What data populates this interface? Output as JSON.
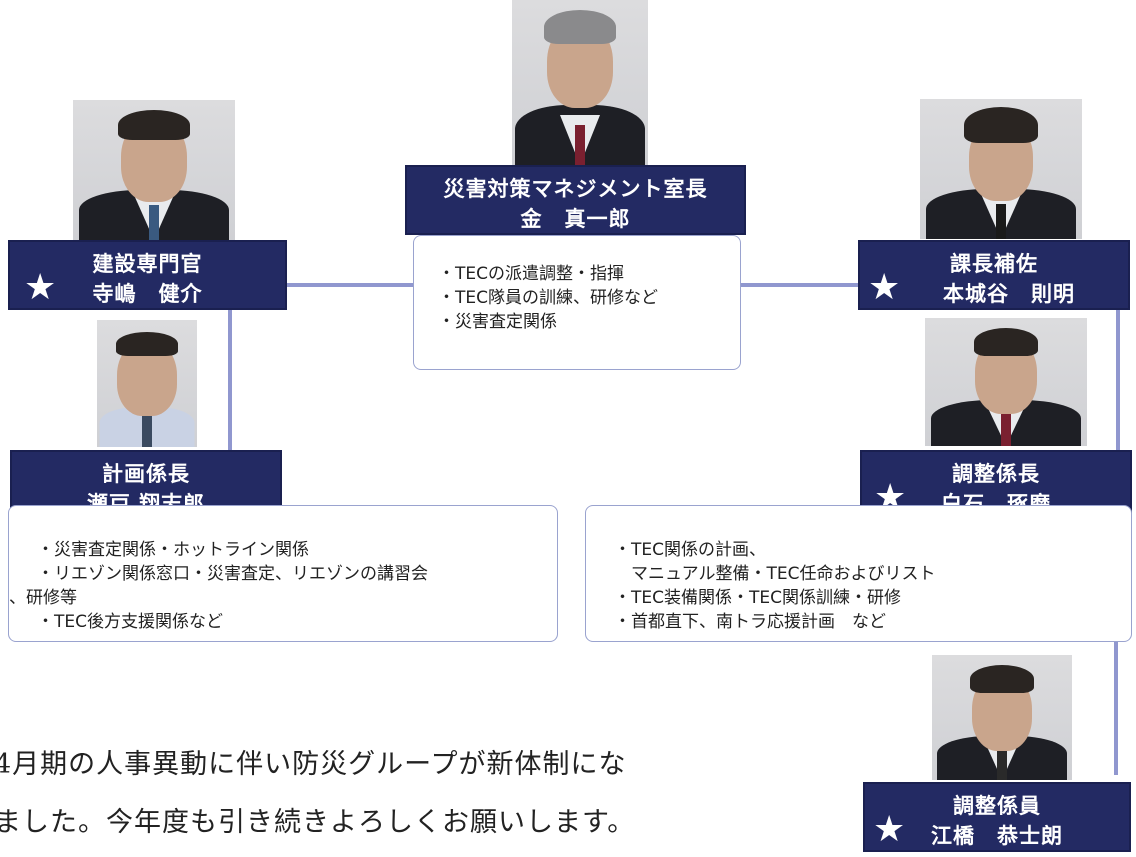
{
  "chief": {
    "title": "災害対策マネジメント室長",
    "name": "金　真一郎",
    "duties": [
      "・TECの派遣調整・指揮",
      "・TEC隊員の訓練、研修など",
      "・災害査定関係"
    ]
  },
  "left_top": {
    "title": "建設専門官",
    "name": "寺嶋　健介",
    "star": "★"
  },
  "left_bottom": {
    "title": "計画係長",
    "name": "瀬戸 翔志郎",
    "duties": [
      "・災害査定関係・ホットライン関係",
      "・リエゾン関係窓口・災害査定、リエゾンの講習会",
      "、研修等",
      "・TEC後方支援関係など"
    ]
  },
  "right_top": {
    "title": "課長補佐",
    "name": "本城谷　則明",
    "star": "★"
  },
  "right_mid": {
    "title": "調整係長",
    "name": "白石　琢磨",
    "star": "★",
    "duties": [
      "・TEC関係の計画、",
      "　マニュアル整備・TEC任命およびリスト",
      "・TEC装備関係・TEC関係訓練・研修",
      "・首都直下、南トラ応援計画　など"
    ]
  },
  "right_bottom": {
    "title": "調整係員",
    "name": "江橋　恭士朗",
    "star": "★"
  },
  "footer": {
    "line1": "4月期の人事異動に伴い防災グループが新体制にな",
    "line2": "ました。今年度も引き続きよろしくお願いします。"
  }
}
